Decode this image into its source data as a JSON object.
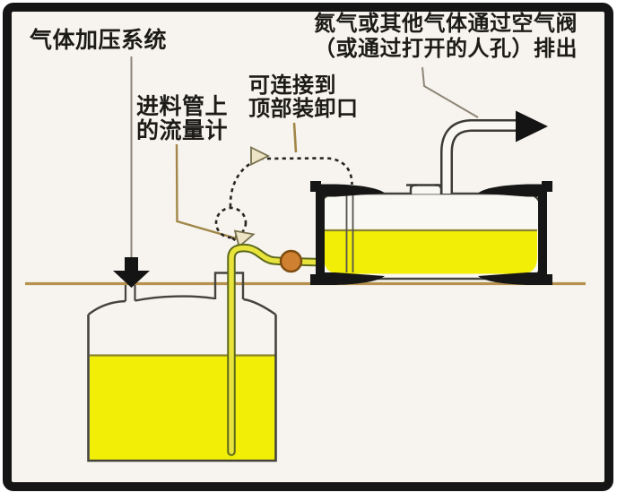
{
  "labels": {
    "gas_pressurization_system": {
      "text": "气体加压系统"
    },
    "vent_note": {
      "lines": [
        "氮气或其他气体通过空气阀",
        "（或通过打开的人孔）排出"
      ]
    },
    "feed_flow_meter": {
      "lines": [
        "进料管上",
        "的流量计"
      ]
    },
    "top_loading_port": {
      "lines": [
        "可连接到",
        "顶部装卸口"
      ]
    }
  },
  "colors": {
    "frame_border": "#151515",
    "background": "#f7f4ef",
    "liquid_yellow": "#f2ee05",
    "liquid_surface": "#8a8430",
    "hose_yellow": "#e9e43c",
    "hose_outline": "#5c681c",
    "valve_orange": "#cf8030",
    "ground_tan": "#b5904e",
    "leader_tan": "#a18648",
    "leader_gray": "#8d8578",
    "outline_dark": "#45443c",
    "arrow_black": "#141414",
    "dashed_line": "#26251f"
  },
  "components": [
    "underground-storage-tank",
    "receiving-tank",
    "feed-hose",
    "ball-valve",
    "flow-meter-loop",
    "dashed-top-port-line",
    "vent-pipe",
    "gas-inlet-arrow",
    "vent-outlet-arrow",
    "ground-line"
  ]
}
